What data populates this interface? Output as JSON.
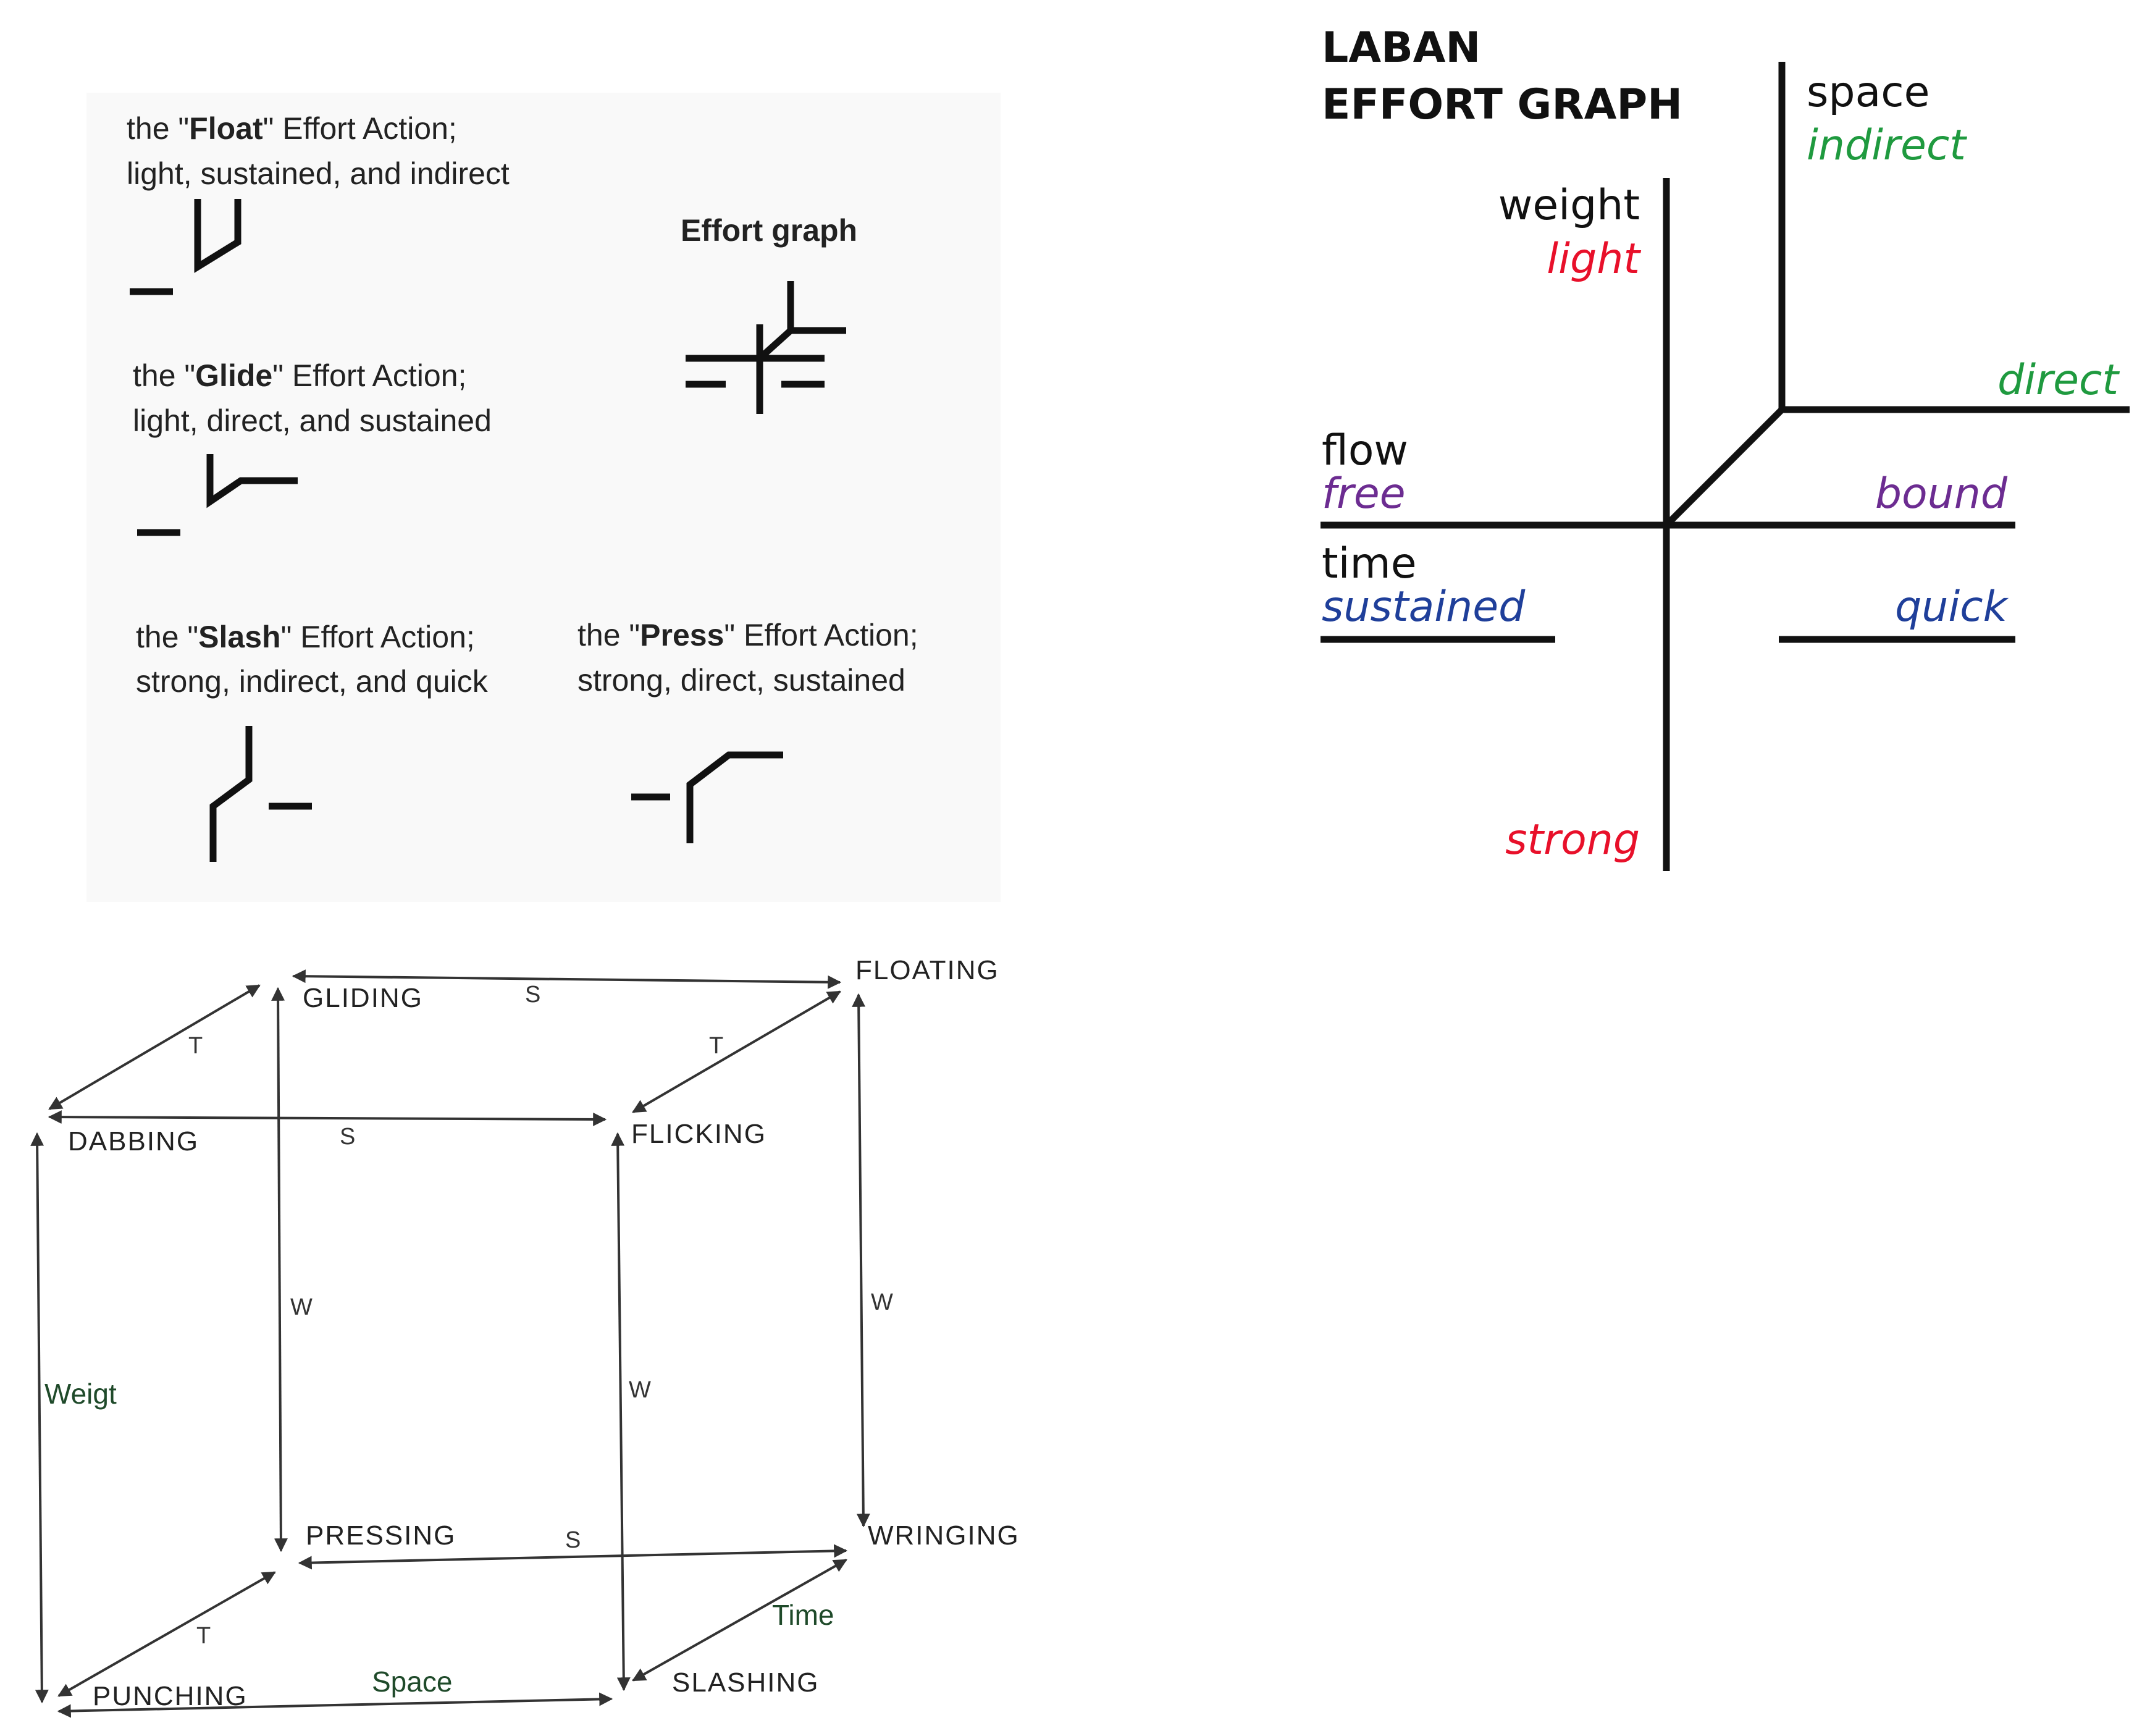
{
  "colors": {
    "black": "#111111",
    "red": "#e8102a",
    "green": "#1f9a3f",
    "purple": "#6c2c91",
    "blue": "#1f3f9a",
    "dark_green": "#1f4a2a",
    "panel_bg": "#f9f9f9",
    "edge": "#333333"
  },
  "effort_actions": {
    "float": {
      "prefix": "the \"",
      "name": "Float",
      "suffix": "\" Effort Action;",
      "qualities": "light, sustained, and indirect"
    },
    "glide": {
      "prefix": "the \"",
      "name": "Glide",
      "suffix": "\" Effort Action;",
      "qualities": "light, direct, and sustained"
    },
    "slash": {
      "prefix": "the \"",
      "name": "Slash",
      "suffix": "\" Effort Action;",
      "qualities": "strong, indirect, and quick"
    },
    "press": {
      "prefix": "the \"",
      "name": "Press",
      "suffix": "\" Effort Action;",
      "qualities": "strong, direct, sustained"
    },
    "effort_graph_title": "Effort graph"
  },
  "laban_graph": {
    "title_line1": "LABAN",
    "title_line2": "EFFORT GRAPH",
    "space": "space",
    "indirect": "indirect",
    "direct": "direct",
    "weight": "weight",
    "light": "light",
    "strong": "strong",
    "flow": "flow",
    "free": "free",
    "bound": "bound",
    "time": "time",
    "sustained": "sustained",
    "quick": "quick"
  },
  "cube": {
    "corners": {
      "gliding": "GLIDING",
      "floating": "FLOATING",
      "dabbing": "DABBING",
      "flicking": "FLICKING",
      "pressing": "PRESSING",
      "wringing": "WRINGING",
      "punching": "PUNCHING",
      "slashing": "SLASHING"
    },
    "edge_labels": {
      "s_top_back": "S",
      "t_top_left": "T",
      "t_top_right": "T",
      "s_top_front": "S",
      "w_back_left": "W",
      "w_front_right": "W",
      "w_back_right": "W",
      "weight_front_left": "Weigt",
      "s_bottom_back": "S",
      "t_bottom_left": "T",
      "time_bottom_right": "Time",
      "space_bottom_front": "Space"
    }
  }
}
